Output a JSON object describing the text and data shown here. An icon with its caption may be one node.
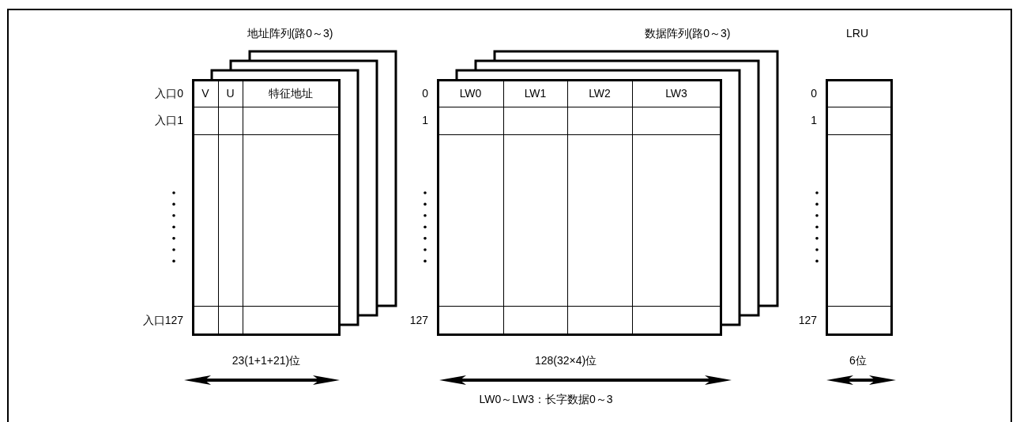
{
  "diagram": {
    "nodes": [
      {
        "text": [
          "地址阵列(路0～3)",
          "V",
          "U",
          "特征地址"
        ],
        "beside": [
          "入口0",
          "入口1",
          "入口127"
        ]
      },
      {
        "text": [
          "数据阵列(路0～3)",
          "LW0",
          "LW1",
          "LW2",
          "LW3"
        ],
        "beside": [
          "0",
          "1",
          "127"
        ]
      },
      {
        "text": [
          "LRU"
        ],
        "beside": [
          "0",
          "1",
          "127"
        ]
      }
    ],
    "edges": [],
    "labels": [
      "23(1+1+21)位",
      "128(32×4)位",
      "6位",
      "LW0～LW3：长字数据0～3"
    ]
  }
}
